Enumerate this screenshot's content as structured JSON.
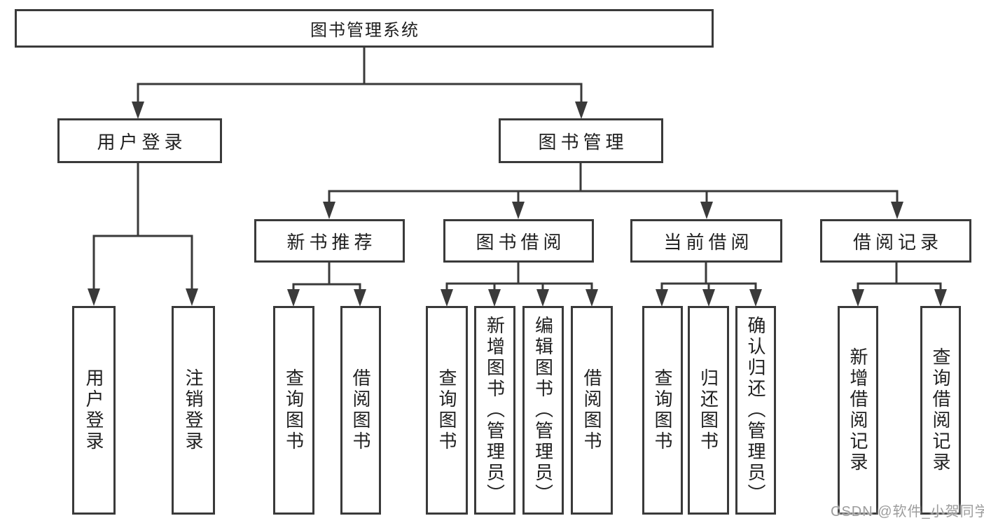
{
  "tree": {
    "root": {
      "label": "图书管理系统"
    },
    "branches": [
      {
        "label": "用户登录",
        "children": [
          {
            "label": "用户登录"
          },
          {
            "label": "注销登录"
          }
        ]
      },
      {
        "label": "图书管理",
        "children": [
          {
            "label": "新书推荐",
            "children": [
              {
                "label": "查询图书"
              },
              {
                "label": "借阅图书"
              }
            ]
          },
          {
            "label": "图书借阅",
            "children": [
              {
                "label": "查询图书"
              },
              {
                "label": "新增图书（管理员）"
              },
              {
                "label": "编辑图书（管理员）"
              },
              {
                "label": "借阅图书"
              }
            ]
          },
          {
            "label": "当前借阅",
            "children": [
              {
                "label": "查询图书"
              },
              {
                "label": "归还图书"
              },
              {
                "label": "确认归还（管理员）"
              }
            ]
          },
          {
            "label": "借阅记录",
            "children": [
              {
                "label": "新增借阅记录"
              },
              {
                "label": "查询借阅记录"
              }
            ]
          }
        ]
      }
    ]
  },
  "watermark": {
    "text": "CSDN @软件_小贺同学"
  },
  "colors": {
    "line": "#3a3a3a",
    "node_border": "#3a3a3a",
    "node_fill": "#ffffff",
    "text": "#1f1f1f",
    "watermark": "#9c9c9c",
    "background": "#ffffff"
  }
}
